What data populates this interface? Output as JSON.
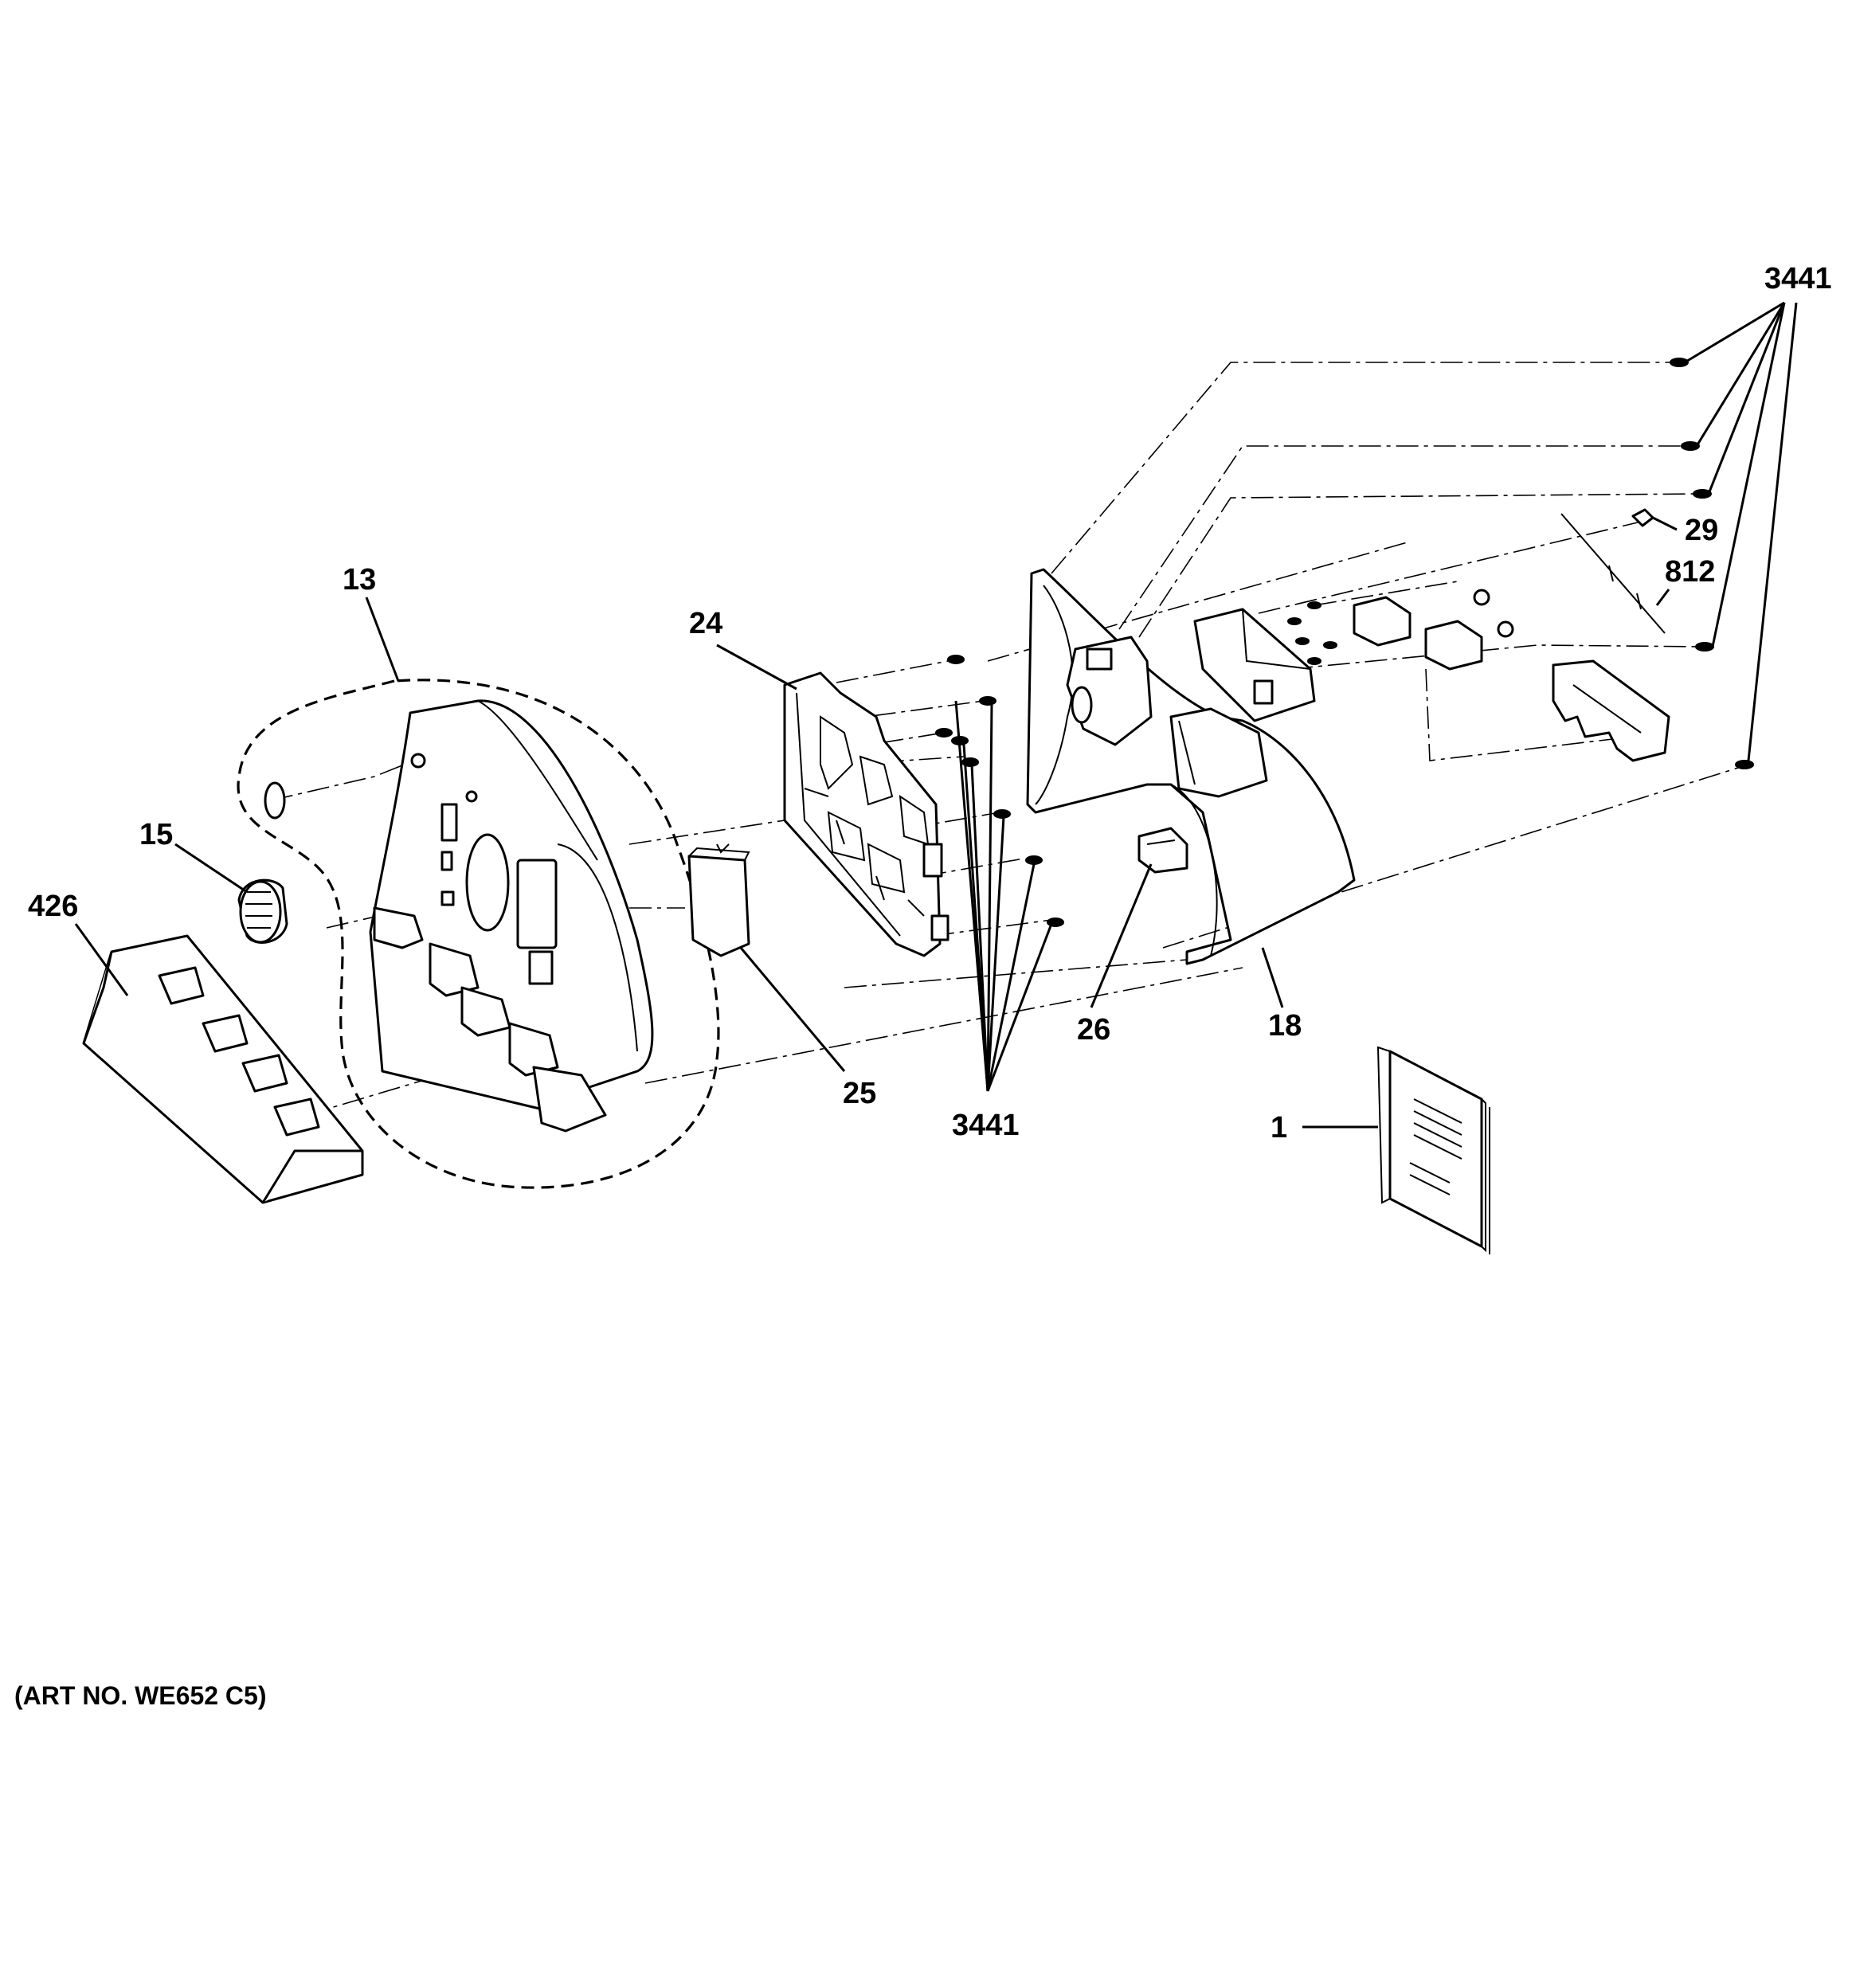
{
  "callouts": {
    "c3441_top": "3441",
    "c3441_bottom": "3441",
    "c29": "29",
    "c812": "812",
    "c13": "13",
    "c24": "24",
    "c15": "15",
    "c426": "426",
    "c25": "25",
    "c26": "26",
    "c18": "18",
    "c1": "1"
  },
  "art_number": "(ART NO. WE652 C5)"
}
